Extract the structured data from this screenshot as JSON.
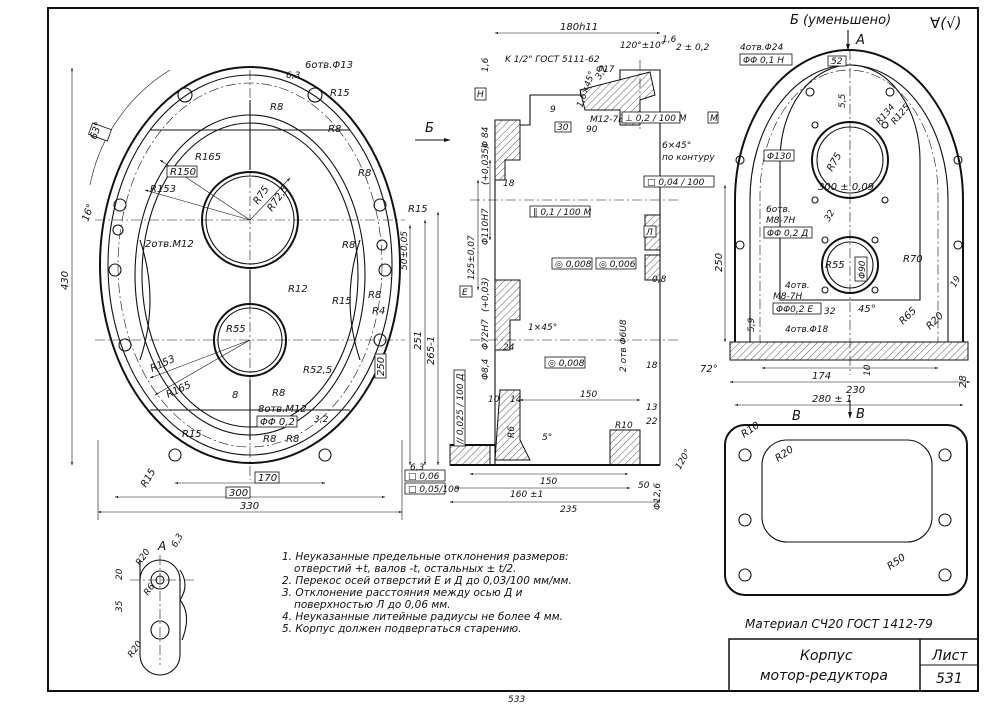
{
  "title_block": {
    "part_line1": "Корпус",
    "part_line2": "мотор-редуктора",
    "sheet_label": "Лист",
    "sheet_number": "531"
  },
  "material": "Материал  СЧ20  ГОСТ 1412-79",
  "roughness": "∀(√)",
  "page_number": "533",
  "view_labels": {
    "view_b": "Б (уменьшено)",
    "arrow_a": "A",
    "arrow_b": "Б",
    "section_v": "В",
    "arrow_v": "В",
    "detail_a": "A"
  },
  "notes": [
    "1. Неуказанные предельные отклонения размеров:",
    "отверстий +t, валов -t, остальных ± t/2.",
    "2. Перекос осей отверстий  Е и Д  до  0,03/100 мм/мм.",
    "3. Отклонение расстояния между осью  Д и",
    "поверхностью Л  до  0,06 мм.",
    "4. Неуказанные литейные радиусы не более 4 мм.",
    "5. Корпус должен подвергаться старению."
  ],
  "front_view": {
    "dims": {
      "width_330": "330",
      "dim_300": "300",
      "dim_170": "170",
      "height_430": "430",
      "dim_250": "250",
      "dim_251": "251",
      "dim_265": "265-1",
      "dim_50": "50±0,05",
      "angle_63": "63°",
      "angle_16": "16°",
      "dim_8": "8"
    },
    "labels": {
      "holes_13": "6отв.Φ13",
      "holes_m12": "2отв.M12",
      "holes_m12b": "8отв.M12",
      "tol_pos": "ΦΦ 0,2",
      "r165a": "R165",
      "r165b": "R165",
      "r150": "R150",
      "r153a": "R153",
      "r153b": "R153",
      "r75": "R75",
      "r725": "R72,5",
      "r55": "R55",
      "r525": "R52,5",
      "r12": "R12",
      "r15a": "R15",
      "r15b": "R15",
      "r15c": "R15",
      "r15d": "R15",
      "r15e": "R15",
      "r8a": "R8",
      "r8b": "R8",
      "r8c": "R8",
      "r8d": "R8",
      "r8e": "R8",
      "r8f": "R8",
      "r8g": "R8",
      "r8h": "R8",
      "r4": "R4",
      "r3": "3,2",
      "r63": "6,3"
    }
  },
  "section_view": {
    "dims": {
      "top_180": "180h11",
      "thread": "K 1/2\" ГОСТ 5111-62",
      "m12": "M12-7H",
      "ang120": "120°±10°",
      "d2": "2 ± 0,2",
      "d16": "1,6",
      "d17": "Φ17",
      "d84": "Φ 84",
      "c16x45": "1,6×45°",
      "c6x45": "6×45°",
      "by_contour": "по контуру",
      "d30": "30",
      "d90": "90",
      "d9": "9",
      "d110": "Φ110H7",
      "d110tol": "(+0,035)",
      "d125": "125±0,07",
      "d72": "Φ72H7",
      "d72tol": "(+0,03)",
      "c1x45": "1×45°",
      "d150a": "150",
      "d150b": "150",
      "d160": "160 ±1",
      "d235": "235",
      "d50": "50",
      "d12": "Φ12,6",
      "d14": "14",
      "d10": "10",
      "d18a": "18",
      "d18b": "18",
      "d24": "24",
      "d5": "5°",
      "r6": "R6",
      "r10": "R10",
      "two_holes": "2 отв Φ6U8",
      "ang_120b": "120°",
      "d13": "13",
      "d22": "22",
      "d84b": "Φ8,4"
    },
    "tolerances": {
      "t_perp": "⊥ 0,2 / 100  M",
      "t_par_m": "∥ 0,1 / 100  M",
      "t_flat_100": "□ 0,04 / 100",
      "t_008a": "◎ 0,008",
      "t_006": "◎ 0,006",
      "t_008b": "◎ 0,008",
      "t_0025": "// 0,025 / 100  Д",
      "t_flat_005": "□ 0,05/100",
      "t_006b": "□ 0,06",
      "datum_m": "M",
      "datum_l": "Л",
      "datum_e": "E",
      "datum_h": "H",
      "rough63": "6,3",
      "rough16": "1,6",
      "rough32": "3,2",
      "rough08": "0,8"
    }
  },
  "side_view": {
    "dims": {
      "holes24": "4отв.Φ24",
      "tol01": "ΦΦ 0,1  H",
      "d52": "52",
      "d55a": "5,5",
      "r134": "R134",
      "r125": "R125",
      "r75": "R75",
      "d130": "Φ130",
      "d300": "300 ± 0,09",
      "holes_m8a": "6отв.",
      "m8a": "M8-7H",
      "tol02a": "ΦΦ 0,2  Д",
      "r55": "R55",
      "d90": "Φ90",
      "holes_m8b": "4отв.",
      "m8b": "M8-7H",
      "tol02b": "ΦΦ0,2 E",
      "d32a": "32",
      "d32b": "32",
      "holes18": "4отв.Φ18",
      "d250": "250",
      "r70": "R70",
      "r65": "R65",
      "r20": "R20",
      "ang45": "45°",
      "ang72": "72°",
      "d174": "174",
      "d230": "230",
      "d280": "280 ± 1",
      "d28": "28",
      "d10": "10",
      "d19": "19",
      "d59": "5,9"
    }
  },
  "section_bb": {
    "r10": "R10",
    "r20": "R20",
    "r50": "R50"
  },
  "detail_a": {
    "d20": "20",
    "d35": "35",
    "r20a": "R20",
    "r20b": "R20",
    "r6": "R6",
    "r63": "6,3"
  }
}
